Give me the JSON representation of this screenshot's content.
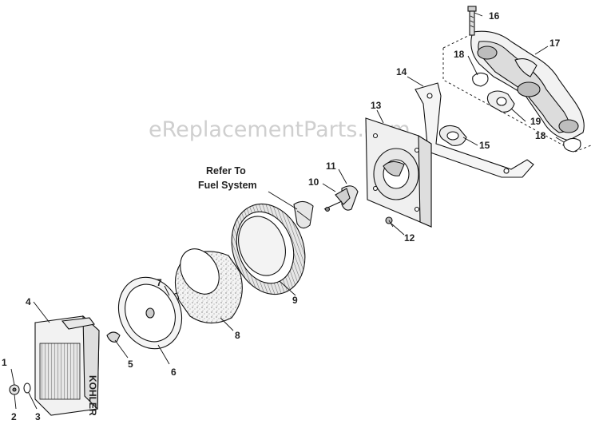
{
  "watermark": "eReplacementParts.com",
  "note": {
    "line1": "Refer To",
    "line2": "Fuel System"
  },
  "callouts": {
    "c1": "1",
    "c2": "2",
    "c3": "3",
    "c4": "4",
    "c5": "5",
    "c6": "6",
    "c7": "7",
    "c8": "8",
    "c9": "9",
    "c10": "10",
    "c11": "11",
    "c12": "12",
    "c13": "13",
    "c14": "14",
    "c15": "15",
    "c16": "16",
    "c17": "17",
    "c18a": "18",
    "c18b": "18",
    "c19": "19"
  },
  "cover_brand": "KOHLER"
}
